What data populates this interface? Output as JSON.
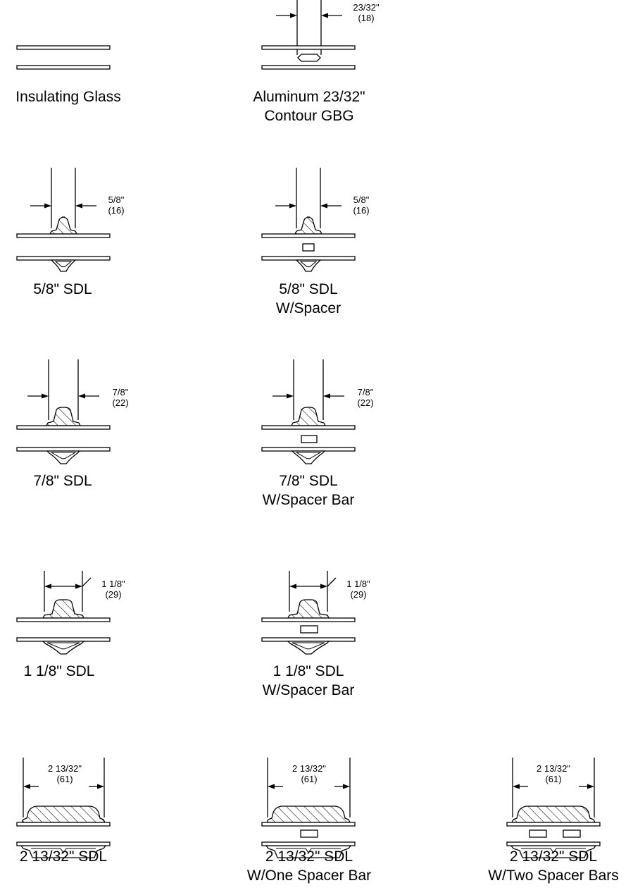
{
  "diagrams": [
    {
      "id": "insulating-glass",
      "label_lines": [
        "Insulating Glass"
      ],
      "dimension": null,
      "metric": null
    },
    {
      "id": "aluminum-contour-gbg",
      "label_lines": [
        "Aluminum 23/32\"",
        "Contour GBG"
      ],
      "dimension": "23/32\"",
      "metric": "(18)"
    },
    {
      "id": "sdl-5-8",
      "label_lines": [
        "5/8\" SDL"
      ],
      "dimension": "5/8\"",
      "metric": "(16)"
    },
    {
      "id": "sdl-5-8-spacer",
      "label_lines": [
        "5/8\" SDL",
        "W/Spacer"
      ],
      "dimension": "5/8\"",
      "metric": "(16)"
    },
    {
      "id": "sdl-7-8",
      "label_lines": [
        "7/8\" SDL"
      ],
      "dimension": "7/8\"",
      "metric": "(22)"
    },
    {
      "id": "sdl-7-8-spacer-bar",
      "label_lines": [
        "7/8\" SDL",
        "W/Spacer Bar"
      ],
      "dimension": "7/8\"",
      "metric": "(22)"
    },
    {
      "id": "sdl-1-1-8",
      "label_lines": [
        "1 1/8\" SDL"
      ],
      "dimension": "1 1/8\"",
      "metric": "(29)"
    },
    {
      "id": "sdl-1-1-8-spacer-bar",
      "label_lines": [
        "1 1/8\" SDL",
        "W/Spacer Bar"
      ],
      "dimension": "1 1/8\"",
      "metric": "(29)"
    },
    {
      "id": "sdl-2-13-32",
      "label_lines": [
        "2 13/32\" SDL"
      ],
      "dimension": "2 13/32\"",
      "metric": "(61)"
    },
    {
      "id": "sdl-2-13-32-one-spacer",
      "label_lines": [
        "2 13/32\" SDL",
        "W/One Spacer Bar"
      ],
      "dimension": "2 13/32\"",
      "metric": "(61)"
    },
    {
      "id": "sdl-2-13-32-two-spacers",
      "label_lines": [
        "2 13/32\" SDL",
        "W/Two Spacer Bars"
      ],
      "dimension": "2 13/32\"",
      "metric": "(61)"
    }
  ]
}
